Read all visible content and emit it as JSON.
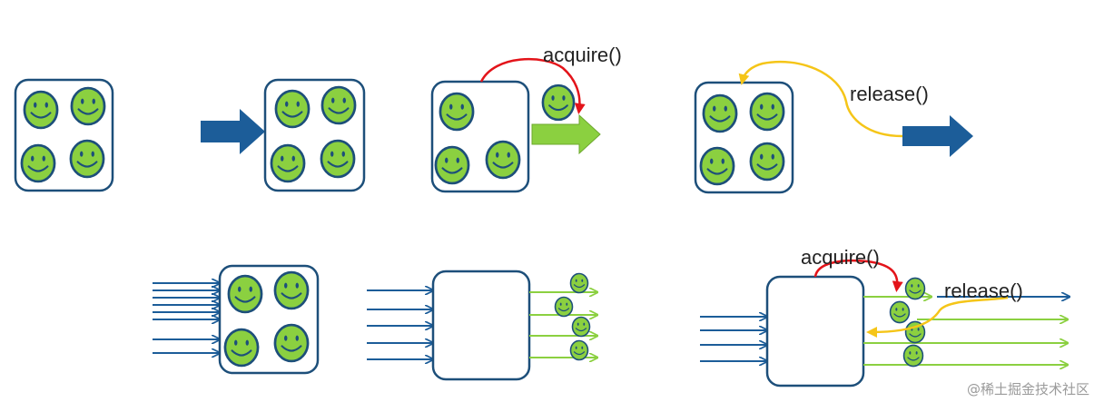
{
  "labels": {
    "acquire_top": "acquire()",
    "release_top": "release()",
    "acquire_bottom": "acquire()",
    "release_bottom": "release()"
  },
  "watermark": "@稀土掘金技术社区",
  "colors": {
    "box_stroke": "#1d4f7a",
    "face_fill": "#8bd040",
    "face_stroke": "#1d4f7a",
    "arrow_blue": "#1c5d99",
    "arrow_green": "#8bd040",
    "curve_red": "#e3141a",
    "curve_yellow": "#f5c518"
  }
}
